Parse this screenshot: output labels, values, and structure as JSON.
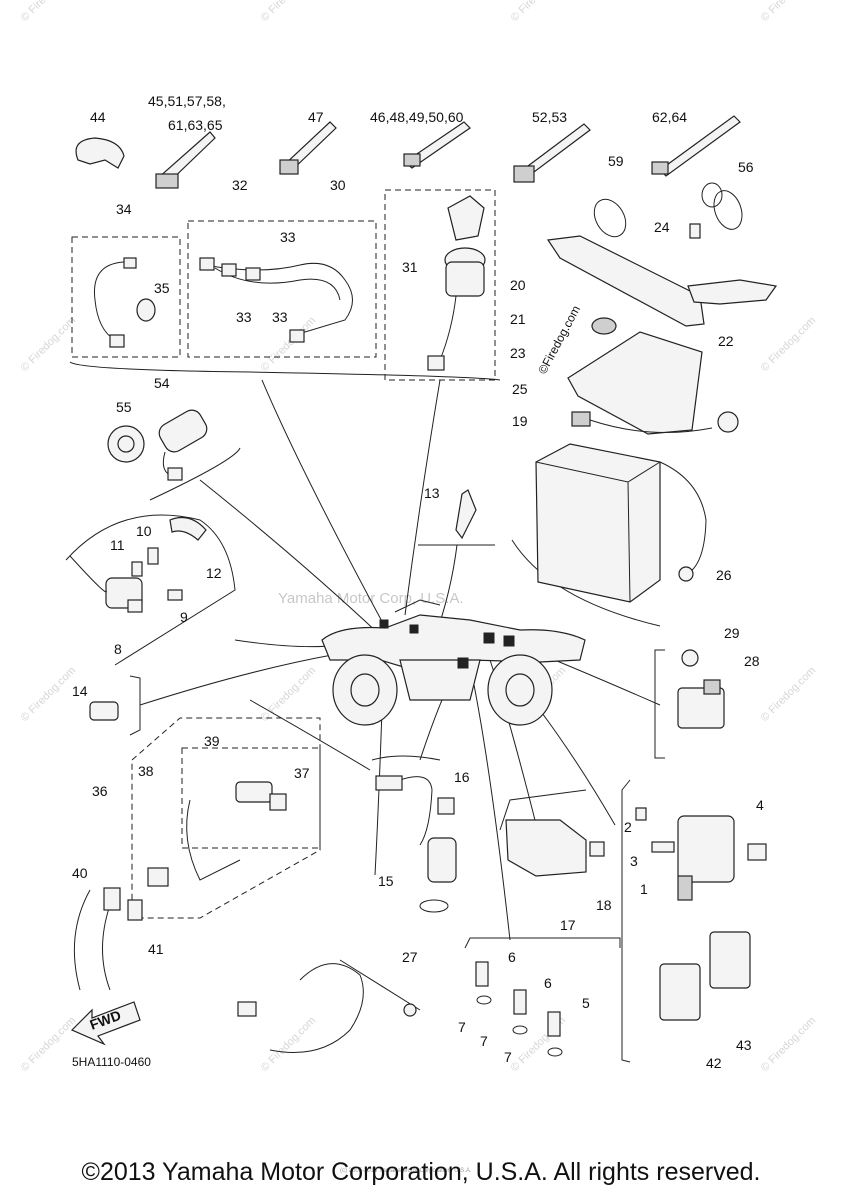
{
  "diagram_code": "5HA1110-0460",
  "copyright": "©2013 Yamaha Motor Corporation, U.S.A. All rights reserved.",
  "watermark_center": "Yamaha Motor Corp, U.S.A.",
  "watermark_firedog": "© Firedog.com",
  "watermark_vertical": "©Firedog.com",
  "fine_print": "(c) 2005-2015 Yamaha Motor Corporation, U.S.A.",
  "fwd_label": "FWD",
  "callouts": {
    "c44": "44",
    "c45": "45,51,57,58,",
    "c45b": "61,63,65",
    "c47": "47",
    "c46": "46,48,49,50,60",
    "c52": "52,53",
    "c62": "62,64",
    "c59": "59",
    "c56": "56",
    "c34": "34",
    "c32": "32",
    "c30": "30",
    "c33a": "33",
    "c33b": "33",
    "c33c": "33",
    "c35": "35",
    "c31": "31",
    "c24": "24",
    "c20": "20",
    "c22": "22",
    "c21": "21",
    "c23": "23",
    "c25": "25",
    "c19": "19",
    "c54": "54",
    "c55": "55",
    "c13": "13",
    "c10": "10",
    "c11": "11",
    "c12": "12",
    "c9": "9",
    "c8": "8",
    "c26": "26",
    "c29": "29",
    "c28": "28",
    "c14": "14",
    "c39": "39",
    "c38": "38",
    "c37": "37",
    "c36": "36",
    "c16": "16",
    "c4": "4",
    "c2": "2",
    "c3": "3",
    "c1": "1",
    "c15": "15",
    "c18": "18",
    "c17": "17",
    "c40": "40",
    "c41": "41",
    "c27": "27",
    "c6a": "6",
    "c6b": "6",
    "c5": "5",
    "c7a": "7",
    "c7b": "7",
    "c7c": "7",
    "c43": "43",
    "c42": "42"
  }
}
